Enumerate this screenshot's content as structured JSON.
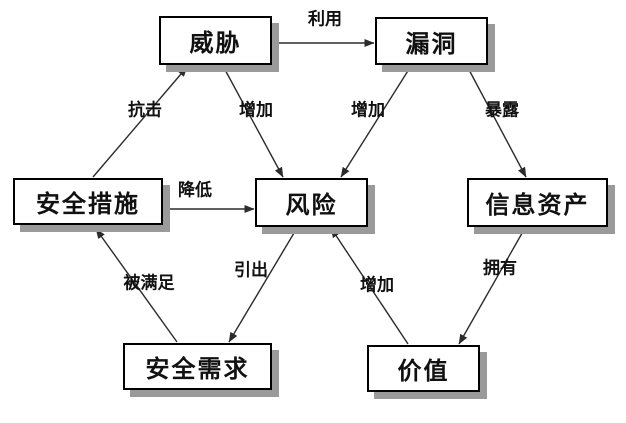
{
  "diagram": {
    "nodes": [
      {
        "id": "threat",
        "label": "威胁"
      },
      {
        "id": "vulnerability",
        "label": "漏洞"
      },
      {
        "id": "security-measures",
        "label": "安全措施"
      },
      {
        "id": "risk",
        "label": "风险"
      },
      {
        "id": "information-assets",
        "label": "信息资产"
      },
      {
        "id": "security-requirements",
        "label": "安全需求"
      },
      {
        "id": "value",
        "label": "价值"
      }
    ],
    "edges": [
      {
        "from": "threat",
        "to": "vulnerability",
        "label": "利用"
      },
      {
        "from": "security-measures",
        "to": "threat",
        "label": "抗击"
      },
      {
        "from": "threat",
        "to": "risk",
        "label": "增加"
      },
      {
        "from": "vulnerability",
        "to": "risk",
        "label": "增加"
      },
      {
        "from": "vulnerability",
        "to": "information-assets",
        "label": "暴露"
      },
      {
        "from": "security-measures",
        "to": "risk",
        "label": "降低"
      },
      {
        "from": "security-requirements",
        "to": "security-measures",
        "label": "被满足"
      },
      {
        "from": "risk",
        "to": "security-requirements",
        "label": "引出"
      },
      {
        "from": "value",
        "to": "risk",
        "label": "增加"
      },
      {
        "from": "information-assets",
        "to": "value",
        "label": "拥有"
      }
    ],
    "colors": {
      "background": "#ffffff",
      "box_fill": "#ffffff",
      "box_border": "#000000",
      "box_shadow": "#9a9a9a",
      "line": "#2b2b2b",
      "text": "#111111"
    }
  }
}
